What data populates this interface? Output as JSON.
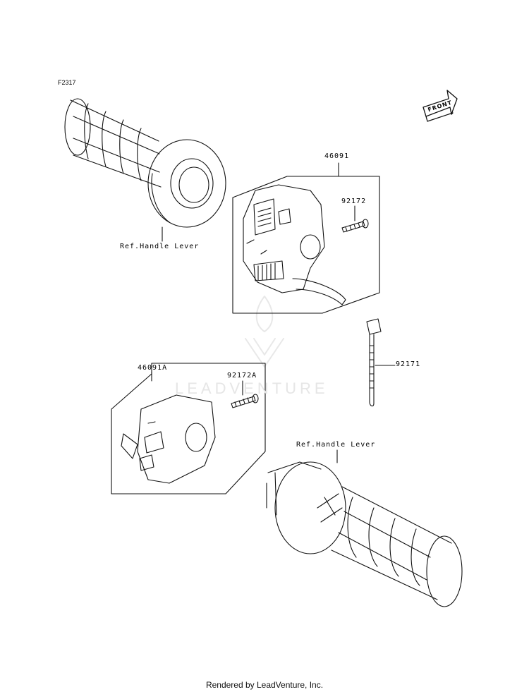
{
  "figure_code": "F2317",
  "front_label": "FRONT",
  "watermark": "LEADVENTURE",
  "footer": "Rendered by LeadVenture, Inc.",
  "parts": {
    "p46091": "46091",
    "p92172": "92172",
    "p92171": "92171",
    "p46091A": "46091A",
    "p92172A": "92172A",
    "ref_left": "Ref.Handle Lever",
    "ref_right": "Ref.Handle Lever"
  }
}
